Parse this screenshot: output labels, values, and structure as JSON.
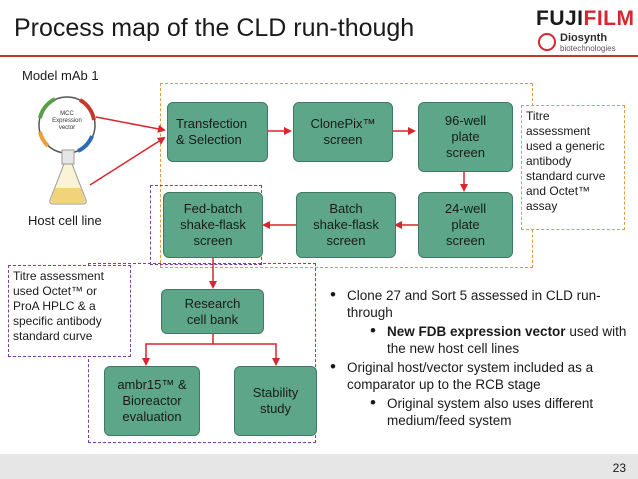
{
  "title": "Process map of the CLD run-though",
  "logo": {
    "main_prefix": "FUJIFILM",
    "sub": "Diosynth",
    "sub2": "biotechnologies"
  },
  "labels": {
    "model": "Model mAb 1",
    "host": "Host cell line"
  },
  "vector_text": "MCC\nExpression\nvector",
  "boxes": {
    "transfection": "Transfection\n& Selection",
    "clonepix": "ClonePix™\nscreen",
    "well96": "96-well\nplate\nscreen",
    "well24": "24-well\nplate\nscreen",
    "batch": "Batch\nshake-flask\nscreen",
    "fedbatch": "Fed-batch\nshake-flask\nscreen",
    "rcb": "Research\ncell bank",
    "ambr": "ambr15™ &\nBioreactor\nevaluation",
    "stability": "Stability\nstudy"
  },
  "notes": {
    "titre_right": "Titre\nassessment\nused a generic\nantibody\nstandard curve\nand Octet™\nassay",
    "titre_left": "Titre assessment\nused Octet™ or\nProA HPLC & a\nspecific antibody\nstandard curve"
  },
  "bullets": {
    "b1": "Clone 27 and Sort 5 assessed in CLD run-through",
    "b1a_bold": "New FDB expression vector",
    "b1a_rest": " used with the new host cell lines",
    "b2": "Original host/vector system included as a comparator up to the RCB stage",
    "b2a": "Original system also uses different medium/feed system"
  },
  "page_number": "23",
  "colors": {
    "box": "#5ea68a",
    "accent_red": "#d7262d",
    "orange_dash": "#e39a3c",
    "purple_dash": "#7b3f9e",
    "arrow": "#d7262d"
  }
}
